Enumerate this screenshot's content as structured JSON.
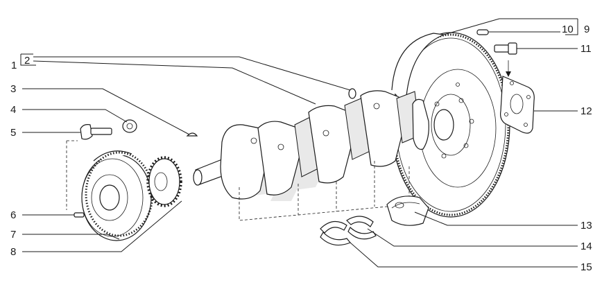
{
  "callouts": {
    "c1": "1",
    "c2": "2",
    "c3": "3",
    "c4": "4",
    "c5": "5",
    "c6": "6",
    "c7": "7",
    "c8": "8",
    "c9": "9",
    "c10": "10",
    "c11": "11",
    "c12": "12",
    "c13": "13",
    "c14": "14",
    "c15": "15"
  },
  "parts": {
    "crankshaft": "crankshaft",
    "flywheel": "flywheel",
    "pulley": "damper-pulley",
    "timing_gear": "timing-gear",
    "bolt": "bolt",
    "washer": "washer",
    "key": "key",
    "plug": "plug",
    "dowel": "dowel-pin",
    "flywheel_bolt": "flywheel-bolt",
    "plate": "lock-plate",
    "main_bearing": "main-bearing-shell",
    "thrust_washers": "thrust-half-washers"
  },
  "colors": {
    "line": "#1a1a1a",
    "background": "#ffffff",
    "watermark": "#d6d6d6"
  }
}
